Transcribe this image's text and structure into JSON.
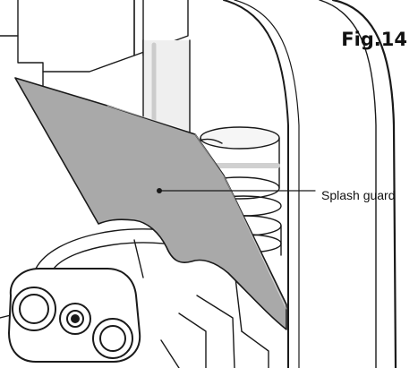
{
  "figure": {
    "label": "Fig.14"
  },
  "callouts": [
    {
      "label": "Splash guard"
    }
  ],
  "colors": {
    "line": "#1a1a1a",
    "splash_guard_fill": "#a9a9a9",
    "shade": "#d4d4d4"
  },
  "icons": [
    "callout-dot"
  ]
}
